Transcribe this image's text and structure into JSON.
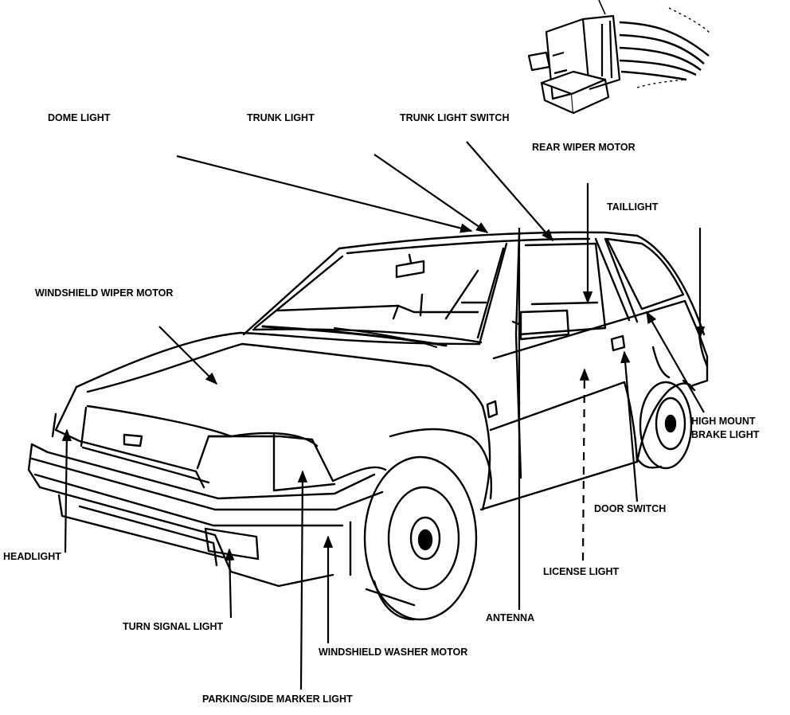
{
  "labels": {
    "dome_light": "DOME LIGHT",
    "trunk_light": "TRUNK LIGHT",
    "trunk_light_switch": "TRUNK LIGHT SWITCH",
    "rear_wiper_motor": "REAR WIPER MOTOR",
    "taillight": "TAILLIGHT",
    "windshield_wiper_motor": "WINDSHIELD WIPER MOTOR",
    "high_mount_brake_light_1": "HIGH MOUNT",
    "high_mount_brake_light_2": "BRAKE LIGHT",
    "door_switch": "DOOR SWITCH",
    "headlight": "HEADLIGHT",
    "license_light": "LICENSE LIGHT",
    "antenna": "ANTENNA",
    "turn_signal_light": "TURN SIGNAL LIGHT",
    "windshield_washer_motor": "WINDSHIELD WASHER MOTOR",
    "parking_side_marker_light": "PARKING/SIDE MARKER LIGHT"
  },
  "colors": {
    "ink": "#000000",
    "paper": "#ffffff"
  }
}
